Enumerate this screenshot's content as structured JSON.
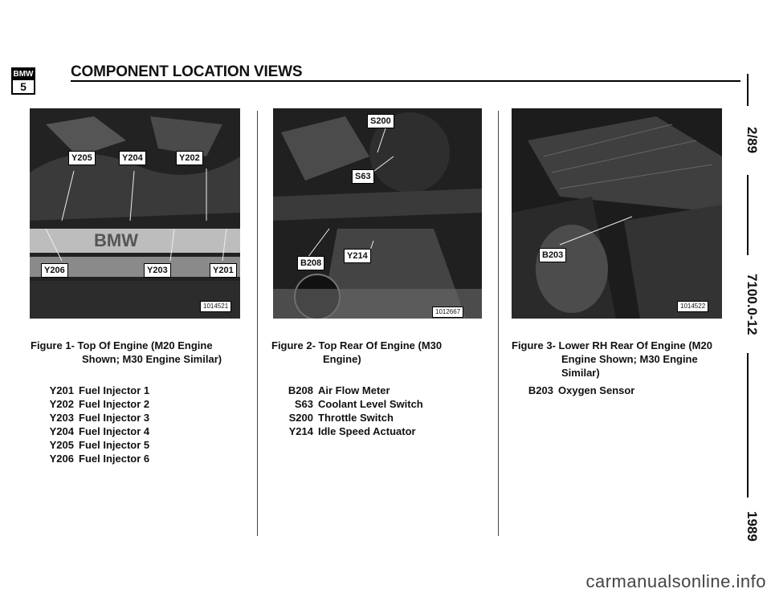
{
  "header": {
    "logo_top": "BMW",
    "logo_bottom": "5",
    "title": "COMPONENT LOCATION VIEWS"
  },
  "side": {
    "date": "2/89",
    "code": "7100.0-12",
    "year": "1989"
  },
  "figures": [
    {
      "label": "Figure 1-",
      "caption_line1": "Top Of Engine (M20 Engine",
      "caption_line2": "Shown; M30 Engine Similar)",
      "photo_number": "1014521",
      "callouts": [
        "Y205",
        "Y204",
        "Y202",
        "Y206",
        "Y203",
        "Y201"
      ],
      "legend": [
        {
          "code": "Y201",
          "desc": "Fuel Injector 1"
        },
        {
          "code": "Y202",
          "desc": "Fuel Injector 2"
        },
        {
          "code": "Y203",
          "desc": "Fuel Injector 3"
        },
        {
          "code": "Y204",
          "desc": "Fuel Injector 4"
        },
        {
          "code": "Y205",
          "desc": "Fuel Injector 5"
        },
        {
          "code": "Y206",
          "desc": "Fuel Injector 6"
        }
      ]
    },
    {
      "label": "Figure 2-",
      "caption_line1": "Top Rear Of Engine (M30",
      "caption_line2": "Engine)",
      "photo_number": "1012667",
      "callouts": [
        "S200",
        "S63",
        "B208",
        "Y214"
      ],
      "legend": [
        {
          "code": "B208",
          "desc": "Air Flow Meter"
        },
        {
          "code": "S63",
          "desc": "Coolant Level Switch"
        },
        {
          "code": "S200",
          "desc": "Throttle Switch"
        },
        {
          "code": "Y214",
          "desc": "Idle Speed Actuator"
        }
      ]
    },
    {
      "label": "Figure 3-",
      "caption_line1": "Lower RH Rear Of Engine (M20",
      "caption_line2": "Engine Shown; M30 Engine",
      "caption_line3": "Similar)",
      "photo_number": "1014522",
      "callouts": [
        "B203"
      ],
      "legend": [
        {
          "code": "B203",
          "desc": "Oxygen Sensor"
        }
      ]
    }
  ],
  "footer": {
    "watermark": "carmanualsonline.info"
  }
}
